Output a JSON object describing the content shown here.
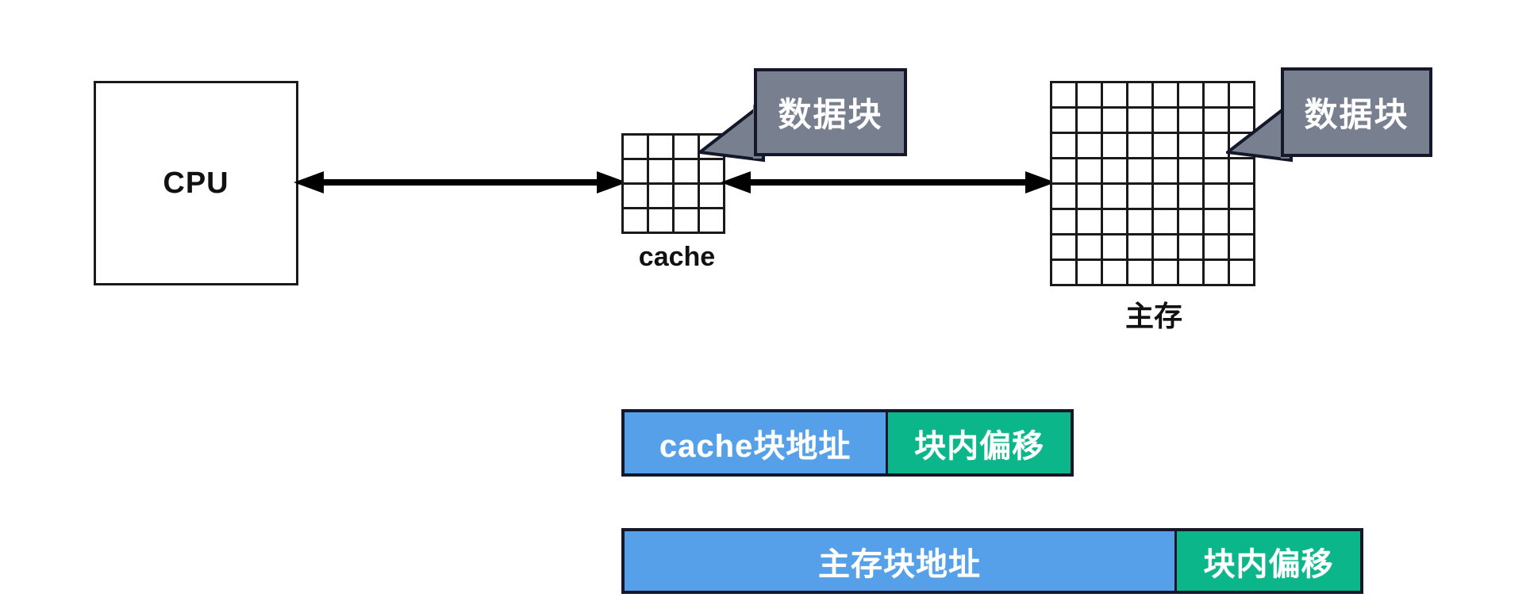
{
  "diagram": {
    "cpu": {
      "label": "CPU"
    },
    "cache": {
      "caption": "cache",
      "columns": 4,
      "rows": 4
    },
    "memory": {
      "caption": "主存",
      "columns": 8,
      "rows": 8
    },
    "callouts": [
      {
        "label": "数据块",
        "target": "cache",
        "fill": "#78808f",
        "text_color": "#ffffff"
      },
      {
        "label": "数据块",
        "target": "memory",
        "fill": "#78808f",
        "text_color": "#ffffff"
      }
    ],
    "arrows": [
      {
        "from": "CPU",
        "to": "cache",
        "style": "double-headed"
      },
      {
        "from": "cache",
        "to": "主存",
        "style": "double-headed"
      }
    ],
    "address_bars": [
      {
        "name": "cache-address",
        "segments": [
          {
            "label": "cache块地址",
            "color": "#55a0e8"
          },
          {
            "label": "块内偏移",
            "color": "#0bb78a"
          }
        ]
      },
      {
        "name": "memory-address",
        "segments": [
          {
            "label": "主存块地址",
            "color": "#55a0e8"
          },
          {
            "label": "块内偏移",
            "color": "#0bb78a"
          }
        ]
      }
    ]
  },
  "colors": {
    "stroke": "#15182b",
    "grid_line": "#1a1a1a",
    "blue": "#55a0e8",
    "green": "#0bb78a",
    "callout_gray": "#78808f",
    "background": "#ffffff"
  }
}
